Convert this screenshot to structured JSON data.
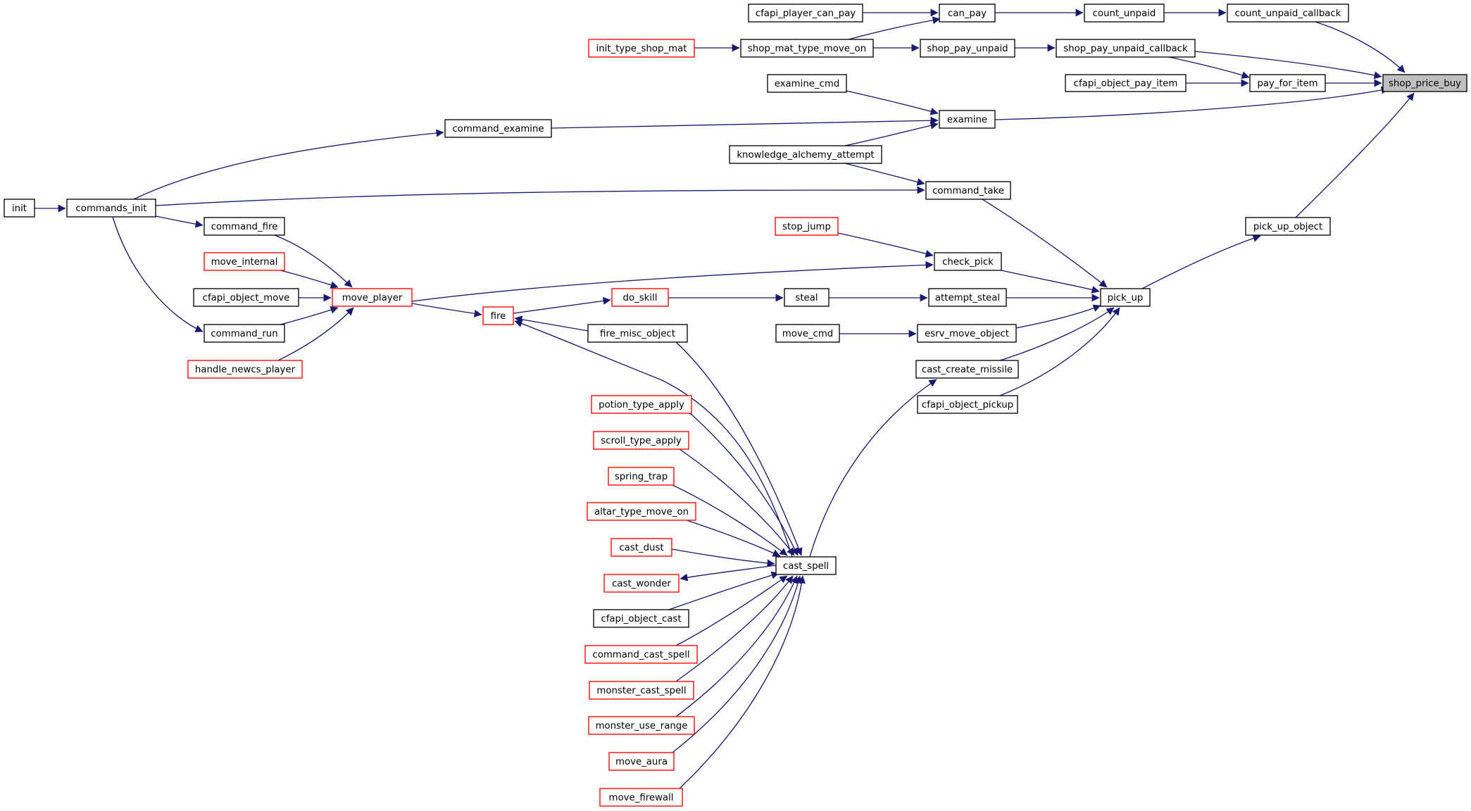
{
  "graph": {
    "colors": {
      "edge": "#191970",
      "node_border": "#000000",
      "node_border_external": "#ff0000",
      "node_fill": "#ffffff",
      "target_fill": "#bfbfbf"
    },
    "nodes": [
      {
        "id": "shop_price_buy",
        "label": "shop_price_buy",
        "style": "target"
      },
      {
        "id": "count_unpaid_callback",
        "label": "count_unpaid_callback",
        "style": "black"
      },
      {
        "id": "count_unpaid",
        "label": "count_unpaid",
        "style": "black"
      },
      {
        "id": "can_pay",
        "label": "can_pay",
        "style": "black"
      },
      {
        "id": "cfapi_player_can_pay",
        "label": "cfapi_player_can_pay",
        "style": "black"
      },
      {
        "id": "shop_mat_type_move_on",
        "label": "shop_mat_type_move_on",
        "style": "black"
      },
      {
        "id": "init_type_shop_mat",
        "label": "init_type_shop_mat",
        "style": "red"
      },
      {
        "id": "shop_pay_unpaid_callback",
        "label": "shop_pay_unpaid_callback",
        "style": "black"
      },
      {
        "id": "shop_pay_unpaid",
        "label": "shop_pay_unpaid",
        "style": "black"
      },
      {
        "id": "pay_for_item",
        "label": "pay_for_item",
        "style": "black"
      },
      {
        "id": "cfapi_object_pay_item",
        "label": "cfapi_object_pay_item",
        "style": "black"
      },
      {
        "id": "examine",
        "label": "examine",
        "style": "black"
      },
      {
        "id": "examine_cmd",
        "label": "examine_cmd",
        "style": "black"
      },
      {
        "id": "command_examine",
        "label": "command_examine",
        "style": "black"
      },
      {
        "id": "knowledge_alchemy_attempt",
        "label": "knowledge_alchemy_attempt",
        "style": "black"
      },
      {
        "id": "command_take",
        "label": "command_take",
        "style": "black"
      },
      {
        "id": "init",
        "label": "init",
        "style": "black"
      },
      {
        "id": "commands_init",
        "label": "commands_init",
        "style": "black"
      },
      {
        "id": "pick_up_object",
        "label": "pick_up_object",
        "style": "black"
      },
      {
        "id": "command_fire",
        "label": "command_fire",
        "style": "black"
      },
      {
        "id": "stop_jump",
        "label": "stop_jump",
        "style": "red"
      },
      {
        "id": "check_pick",
        "label": "check_pick",
        "style": "black"
      },
      {
        "id": "move_internal",
        "label": "move_internal",
        "style": "red"
      },
      {
        "id": "cfapi_object_move",
        "label": "cfapi_object_move",
        "style": "black"
      },
      {
        "id": "move_player",
        "label": "move_player",
        "style": "red"
      },
      {
        "id": "do_skill",
        "label": "do_skill",
        "style": "red"
      },
      {
        "id": "steal",
        "label": "steal",
        "style": "black"
      },
      {
        "id": "attempt_steal",
        "label": "attempt_steal",
        "style": "black"
      },
      {
        "id": "pick_up",
        "label": "pick_up",
        "style": "black"
      },
      {
        "id": "fire",
        "label": "fire",
        "style": "red"
      },
      {
        "id": "command_run",
        "label": "command_run",
        "style": "black"
      },
      {
        "id": "fire_misc_object",
        "label": "fire_misc_object",
        "style": "black"
      },
      {
        "id": "move_cmd",
        "label": "move_cmd",
        "style": "black"
      },
      {
        "id": "esrv_move_object",
        "label": "esrv_move_object",
        "style": "black"
      },
      {
        "id": "handle_newcs_player",
        "label": "handle_newcs_player",
        "style": "red"
      },
      {
        "id": "cast_create_missile",
        "label": "cast_create_missile",
        "style": "black"
      },
      {
        "id": "cfapi_object_pickup",
        "label": "cfapi_object_pickup",
        "style": "black"
      },
      {
        "id": "potion_type_apply",
        "label": "potion_type_apply",
        "style": "red"
      },
      {
        "id": "scroll_type_apply",
        "label": "scroll_type_apply",
        "style": "red"
      },
      {
        "id": "spring_trap",
        "label": "spring_trap",
        "style": "red"
      },
      {
        "id": "altar_type_move_on",
        "label": "altar_type_move_on",
        "style": "red"
      },
      {
        "id": "cast_dust",
        "label": "cast_dust",
        "style": "red"
      },
      {
        "id": "cast_spell",
        "label": "cast_spell",
        "style": "black"
      },
      {
        "id": "cast_wonder",
        "label": "cast_wonder",
        "style": "red"
      },
      {
        "id": "cfapi_object_cast",
        "label": "cfapi_object_cast",
        "style": "black"
      },
      {
        "id": "command_cast_spell",
        "label": "command_cast_spell",
        "style": "red"
      },
      {
        "id": "monster_cast_spell",
        "label": "monster_cast_spell",
        "style": "red"
      },
      {
        "id": "monster_use_range",
        "label": "monster_use_range",
        "style": "red"
      },
      {
        "id": "move_aura",
        "label": "move_aura",
        "style": "red"
      },
      {
        "id": "move_firewall",
        "label": "move_firewall",
        "style": "red"
      }
    ],
    "edges": [
      {
        "from": "count_unpaid_callback",
        "to": "shop_price_buy"
      },
      {
        "from": "shop_pay_unpaid_callback",
        "to": "shop_price_buy"
      },
      {
        "from": "pay_for_item",
        "to": "shop_price_buy"
      },
      {
        "from": "examine",
        "to": "shop_price_buy"
      },
      {
        "from": "pick_up_object",
        "to": "shop_price_buy"
      },
      {
        "from": "count_unpaid",
        "to": "count_unpaid_callback"
      },
      {
        "from": "can_pay",
        "to": "count_unpaid"
      },
      {
        "from": "cfapi_player_can_pay",
        "to": "can_pay"
      },
      {
        "from": "shop_mat_type_move_on",
        "to": "can_pay"
      },
      {
        "from": "init_type_shop_mat",
        "to": "shop_mat_type_move_on"
      },
      {
        "from": "shop_pay_unpaid",
        "to": "shop_pay_unpaid_callback"
      },
      {
        "from": "shop_mat_type_move_on",
        "to": "shop_pay_unpaid"
      },
      {
        "from": "shop_pay_unpaid_callback",
        "to": "pay_for_item"
      },
      {
        "from": "cfapi_object_pay_item",
        "to": "pay_for_item"
      },
      {
        "from": "examine_cmd",
        "to": "examine"
      },
      {
        "from": "command_examine",
        "to": "examine"
      },
      {
        "from": "knowledge_alchemy_attempt",
        "to": "examine"
      },
      {
        "from": "commands_init",
        "to": "command_examine"
      },
      {
        "from": "knowledge_alchemy_attempt",
        "to": "command_take"
      },
      {
        "from": "commands_init",
        "to": "command_take"
      },
      {
        "from": "init",
        "to": "commands_init"
      },
      {
        "from": "pick_up",
        "to": "pick_up_object"
      },
      {
        "from": "command_take",
        "to": "pick_up"
      },
      {
        "from": "check_pick",
        "to": "pick_up"
      },
      {
        "from": "attempt_steal",
        "to": "pick_up"
      },
      {
        "from": "esrv_move_object",
        "to": "pick_up"
      },
      {
        "from": "cast_create_missile",
        "to": "pick_up"
      },
      {
        "from": "cfapi_object_pickup",
        "to": "pick_up"
      },
      {
        "from": "stop_jump",
        "to": "check_pick"
      },
      {
        "from": "move_player",
        "to": "check_pick"
      },
      {
        "from": "steal",
        "to": "attempt_steal"
      },
      {
        "from": "do_skill",
        "to": "steal"
      },
      {
        "from": "fire",
        "to": "do_skill"
      },
      {
        "from": "move_player",
        "to": "fire"
      },
      {
        "from": "command_fire",
        "to": "move_player"
      },
      {
        "from": "move_internal",
        "to": "move_player"
      },
      {
        "from": "cfapi_object_move",
        "to": "move_player"
      },
      {
        "from": "command_run",
        "to": "move_player"
      },
      {
        "from": "handle_newcs_player",
        "to": "move_player"
      },
      {
        "from": "commands_init",
        "to": "command_fire"
      },
      {
        "from": "commands_init",
        "to": "command_run"
      },
      {
        "from": "fire_misc_object",
        "to": "fire"
      },
      {
        "from": "cast_spell",
        "to": "fire"
      },
      {
        "from": "move_cmd",
        "to": "esrv_move_object"
      },
      {
        "from": "cast_spell",
        "to": "cast_create_missile"
      },
      {
        "from": "cast_spell",
        "to": "cast_wonder"
      },
      {
        "from": "fire_misc_object",
        "to": "cast_spell"
      },
      {
        "from": "potion_type_apply",
        "to": "cast_spell"
      },
      {
        "from": "scroll_type_apply",
        "to": "cast_spell"
      },
      {
        "from": "spring_trap",
        "to": "cast_spell"
      },
      {
        "from": "altar_type_move_on",
        "to": "cast_spell"
      },
      {
        "from": "cast_dust",
        "to": "cast_spell"
      },
      {
        "from": "cfapi_object_cast",
        "to": "cast_spell"
      },
      {
        "from": "command_cast_spell",
        "to": "cast_spell"
      },
      {
        "from": "monster_cast_spell",
        "to": "cast_spell"
      },
      {
        "from": "monster_use_range",
        "to": "cast_spell"
      },
      {
        "from": "move_aura",
        "to": "cast_spell"
      },
      {
        "from": "move_firewall",
        "to": "cast_spell"
      }
    ]
  }
}
